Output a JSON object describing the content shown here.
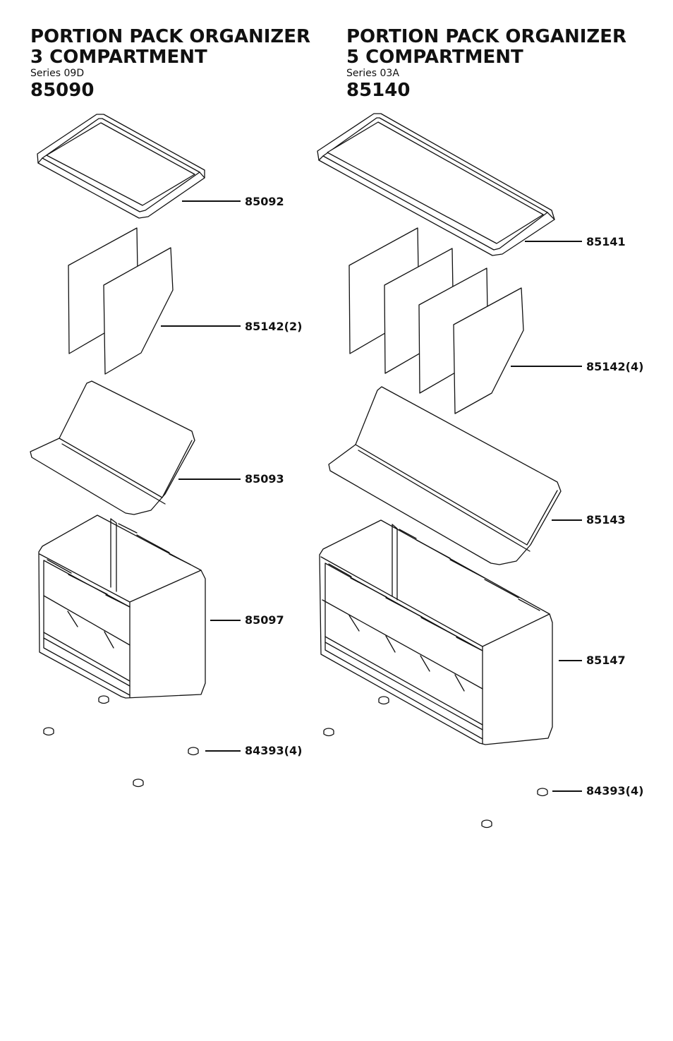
{
  "left": {
    "title_line1": "PORTION PACK ORGANIZER",
    "title_line2": "3 COMPARTMENT",
    "series": "Series 09D",
    "model": "85090",
    "parts": [
      "85092",
      "85142(2)",
      "85093",
      "85097",
      "84393(4)"
    ]
  },
  "right": {
    "title_line1": "PORTION PACK ORGANIZER",
    "title_line2": "5 COMPARTMENT",
    "series": "Series 03A",
    "model": "85140",
    "parts": [
      "85141",
      "85142(4)",
      "85143",
      "85147",
      "84393(4)"
    ]
  }
}
